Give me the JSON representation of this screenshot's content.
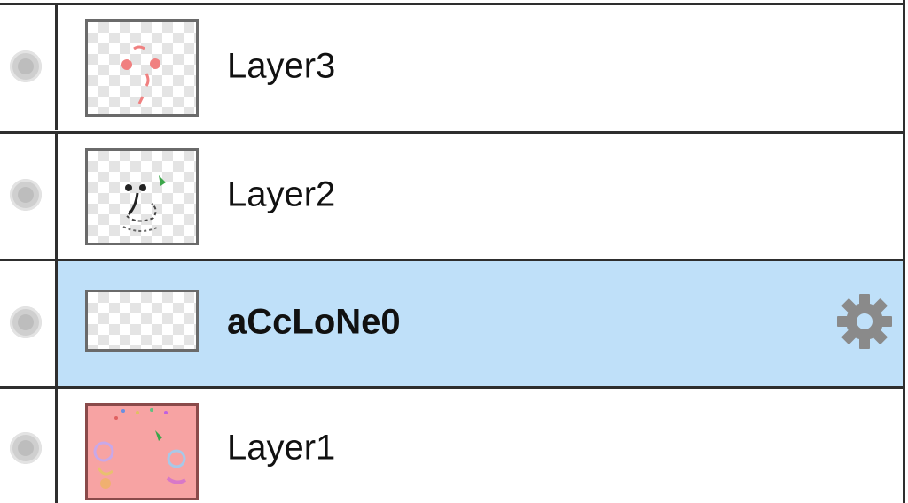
{
  "layers_panel": {
    "layers": [
      {
        "name": "Layer3",
        "selected": false,
        "thumbnail": "face-features-sketch"
      },
      {
        "name": "Layer2",
        "selected": false,
        "thumbnail": "line-art-sketch"
      },
      {
        "name": "aCcLoNe0",
        "selected": true,
        "thumbnail": "empty-transparent",
        "settings_icon": "gear-icon"
      },
      {
        "name": "Layer1",
        "selected": false,
        "thumbnail": "pink-background-doodles"
      }
    ],
    "colors": {
      "selected_row": "#bfe0f9",
      "border": "#2e2e2e",
      "gear": "#8a8a8a",
      "layer1_fill": "#f7a3a3"
    }
  }
}
